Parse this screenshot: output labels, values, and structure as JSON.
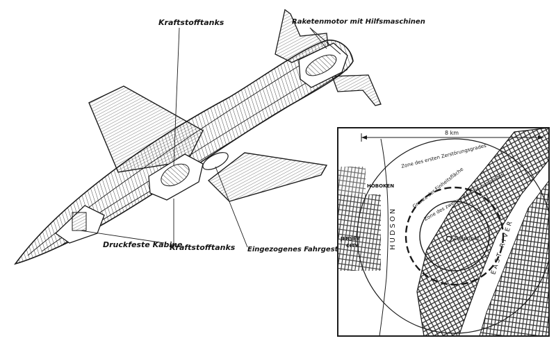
{
  "labels": {
    "fuel_tanks_top": "Kraftstofftanks",
    "rocket_motor": "Raketenmotor mit Hilfsmaschinen",
    "pressure_cabin": "Druckfeste Kabine",
    "fuel_tanks_bottom": "Kraftstofftanks",
    "retracted_gear": "Eingezogenes Fahrgestell"
  },
  "map": {
    "scale": "8 km",
    "zone_first": "Zone des ersten Zerstörungsgrades",
    "boundary": "Grenze der Einheitsfläche",
    "zone_second": "Zone des zweiten Zerstörungsgrades",
    "target": "Zielpunkt",
    "hoboken": "HOBOKEN",
    "jersey": "JERSEY",
    "city": "CITY",
    "hudson": "HUDSON",
    "east_river": "EAST RIVER"
  },
  "colors": {
    "ink": "#1a1a1a",
    "paper": "#ffffff"
  }
}
